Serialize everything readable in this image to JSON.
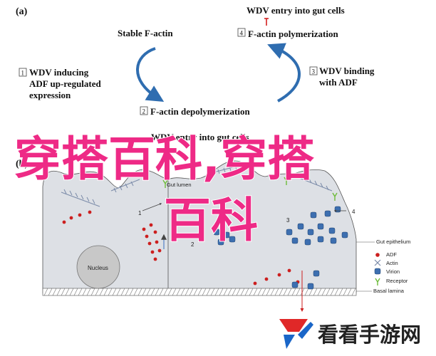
{
  "panel_a": {
    "label": "(a)",
    "stable_f_actin": "Stable F-actin",
    "wdv_entry": "WDV entry into gut cells",
    "step1": {
      "num": "1",
      "text": [
        "WDV inducing",
        "ADF up-regulated",
        "expression"
      ]
    },
    "step2": {
      "num": "2",
      "text": "F-actin depolymerization"
    },
    "step3": {
      "num": "3",
      "text": [
        "WDV binding",
        "with ADF"
      ]
    },
    "step4": {
      "num": "4",
      "text": "F-actin polymerization"
    },
    "colors": {
      "arrow": "#2f6db0",
      "inhibit": "#d42020"
    }
  },
  "panel_b": {
    "label": "(b)",
    "gut_lumen": "Gut lumen",
    "nucleus": "Nucleus",
    "gut_epithelium": "Gut epithelium",
    "basal_lamina": "Basal lamina",
    "partial_caption": "WDV entry into gut cells",
    "markers": {
      "m1": "1",
      "m2": "2",
      "m3": "3",
      "m4": "4"
    },
    "legend": [
      {
        "label": "ADF",
        "icon": "red-dot-icon"
      },
      {
        "label": "Actin",
        "icon": "actin-cross-icon"
      },
      {
        "label": "Virion",
        "icon": "virion-icon"
      },
      {
        "label": "Receptor",
        "icon": "receptor-icon"
      }
    ],
    "colors": {
      "adf": "#cc1f1f",
      "virion": "#3d6fb0",
      "receptor": "#6dbb3a",
      "cell_fill": "#dde0e5",
      "actin": "#7a8aa8"
    }
  },
  "watermark": {
    "line1": "穿搭百科,穿搭",
    "line2": "百科",
    "color": "#ee2a86"
  },
  "logo": {
    "text": "看看手游网",
    "colors": {
      "red": "#e02828",
      "blue": "#1a66c8"
    }
  }
}
